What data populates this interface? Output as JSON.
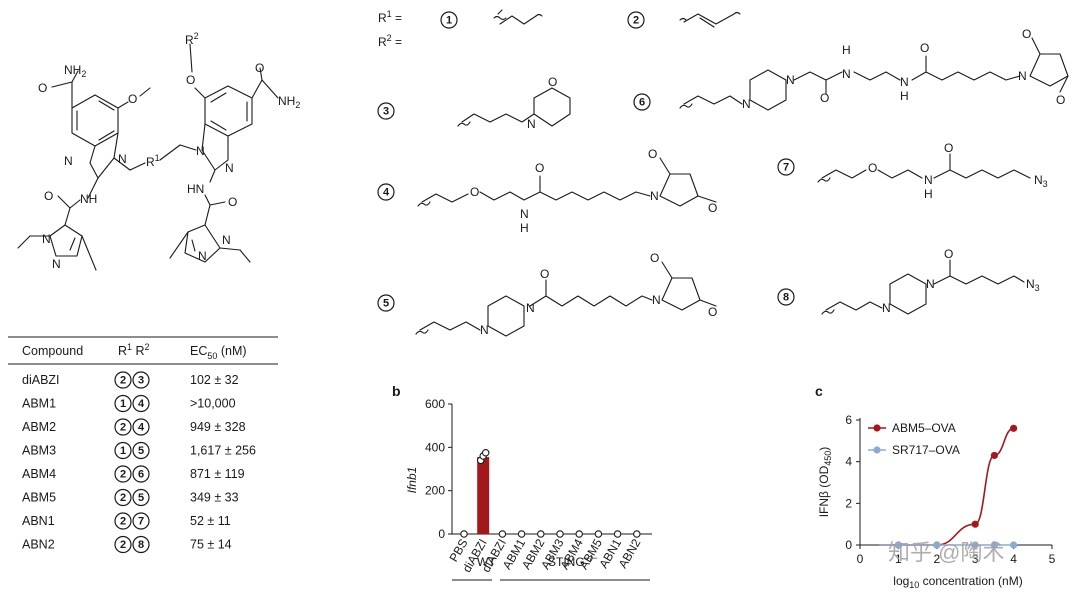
{
  "labels": {
    "r1_label": "R1 =",
    "r2_label": "R2 =",
    "r1_text": "R",
    "r1_sup": "1",
    "r1_eq": " =",
    "r2_text": "R",
    "r2_sup": "2",
    "r2_eq": " =",
    "core": {
      "r2": "R",
      "r2_sup": "2",
      "r1": "R",
      "r1_sup": "1",
      "nh2_left": "NH",
      "nh2_left_sub": "2",
      "nh2_right": "NH",
      "nh2_right_sub": "2",
      "o": "O",
      "n": "N",
      "nh": "NH",
      "hn": "HN"
    },
    "sub": {
      "n": "N",
      "o": "O",
      "h": "H",
      "n3": "N",
      "n3_sub": "3"
    }
  },
  "table": {
    "headers": {
      "compound": "Compound",
      "r": "R",
      "r1_sup": "1",
      "r2": " R",
      "r2_sup": "2",
      "ec": "EC",
      "ec_sub": "50",
      "ec_unit": " (nM)"
    },
    "rows": [
      {
        "compound": "diABZI",
        "r1": "2",
        "r2": "3",
        "ec50": "102 ± 32"
      },
      {
        "compound": "ABM1",
        "r1": "1",
        "r2": "4",
        "ec50": ">10,000"
      },
      {
        "compound": "ABM2",
        "r1": "2",
        "r2": "4",
        "ec50": "949 ± 328"
      },
      {
        "compound": "ABM3",
        "r1": "1",
        "r2": "5",
        "ec50": "1,617 ± 256"
      },
      {
        "compound": "ABM4",
        "r1": "2",
        "r2": "6",
        "ec50": "871 ± 119"
      },
      {
        "compound": "ABM5",
        "r1": "2",
        "r2": "5",
        "ec50": "349 ± 33"
      },
      {
        "compound": "ABN1",
        "r1": "2",
        "r2": "7",
        "ec50": "52 ± 11"
      },
      {
        "compound": "ABN2",
        "r1": "2",
        "r2": "8",
        "ec50": "75 ± 14"
      }
    ]
  },
  "substituent_numbers": [
    "1",
    "2",
    "3",
    "4",
    "5",
    "6",
    "7",
    "8"
  ],
  "panel_b": {
    "label": "b",
    "ylabel": "Ifnb1",
    "groups": {
      "wt": "WT",
      "sting": "STING",
      "sting_sup": "−/−"
    }
  },
  "panel_c": {
    "label": "c",
    "ylabel": "IFNβ (OD",
    "ylabel_sub": "450",
    "ylabel_end": ")",
    "xlabel": "log",
    "xlabel_sub": "10",
    "xlabel_end": " concentration (nM)"
  },
  "watermark": "知乎 @陶术",
  "chart_data": [
    {
      "type": "bar",
      "title": "",
      "ylabel": "Ifnb1",
      "categories": [
        "PBS",
        "diABZI",
        "diABZI",
        "ABM1",
        "ABM2",
        "ABM3",
        "ABM4",
        "ABM5",
        "ABN1",
        "ABN2"
      ],
      "values": [
        0,
        355,
        0,
        0,
        0,
        0,
        0,
        0,
        0,
        0
      ],
      "points": [
        [
          0
        ],
        [
          340,
          360,
          375
        ],
        [
          0
        ],
        [
          0
        ],
        [
          0
        ],
        [
          0
        ],
        [
          0
        ],
        [
          0
        ],
        [
          0
        ],
        [
          0
        ]
      ],
      "ylim": [
        0,
        600
      ],
      "yticks": [
        0,
        200,
        400,
        600
      ],
      "bar_color": "#a3191b"
    },
    {
      "type": "line",
      "title": "",
      "xlabel": "log10 concentration (nM)",
      "ylabel": "IFNβ (OD450)",
      "xlim": [
        0,
        5
      ],
      "ylim": [
        0,
        6
      ],
      "xticks": [
        0,
        1,
        2,
        3,
        4,
        5
      ],
      "yticks": [
        0,
        2,
        4,
        6
      ],
      "series": [
        {
          "name": "ABM5–OVA",
          "color": "#a3191b",
          "x": [
            1,
            2,
            3,
            3.5,
            4
          ],
          "y": [
            0,
            0,
            1.0,
            4.3,
            5.6
          ]
        },
        {
          "name": "SR717–OVA",
          "color": "#8cabd4",
          "x": [
            1,
            2,
            3,
            3.5,
            4
          ],
          "y": [
            0,
            0,
            0,
            0,
            0
          ]
        }
      ],
      "legend": "top-left"
    }
  ]
}
